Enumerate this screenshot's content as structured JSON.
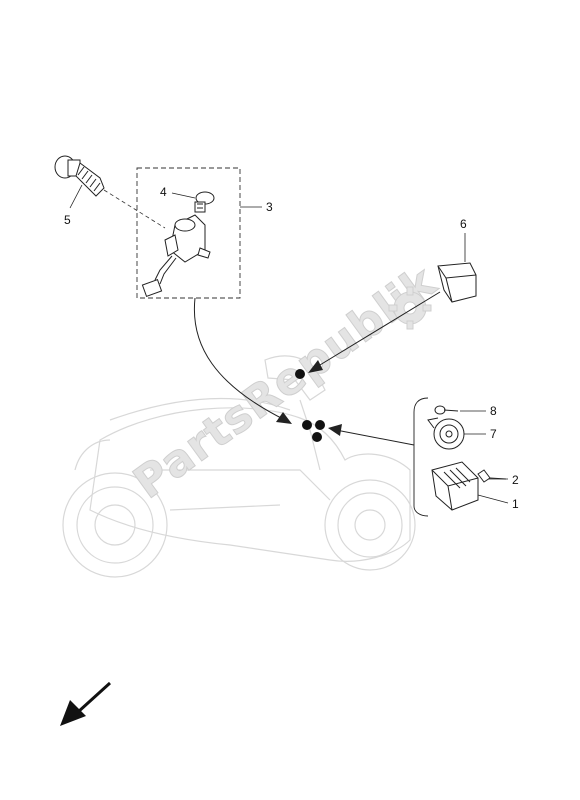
{
  "callouts": {
    "c1": "1",
    "c2": "2",
    "c3": "3",
    "c4": "4",
    "c5": "5",
    "c6": "6",
    "c7": "7",
    "c8": "8"
  },
  "watermark": "PartsRepublik",
  "icons": {
    "direction": "front-direction-arrow-icon",
    "gear": "gear-icon"
  },
  "colors": {
    "line": "#222222",
    "ghost": "#d6d6d6",
    "watermark": "#e4e4e4"
  }
}
